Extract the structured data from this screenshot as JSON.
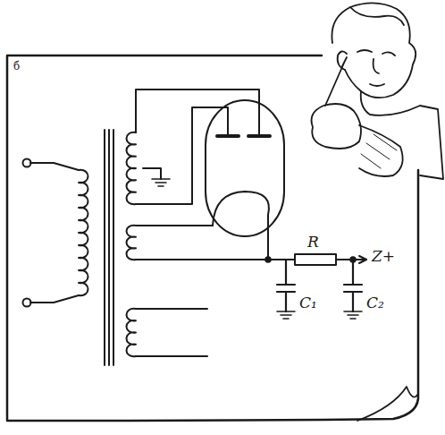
{
  "diagram": {
    "labels": [
      "б",
      "R",
      "Z+",
      "C₁",
      "C₂"
    ]
  }
}
